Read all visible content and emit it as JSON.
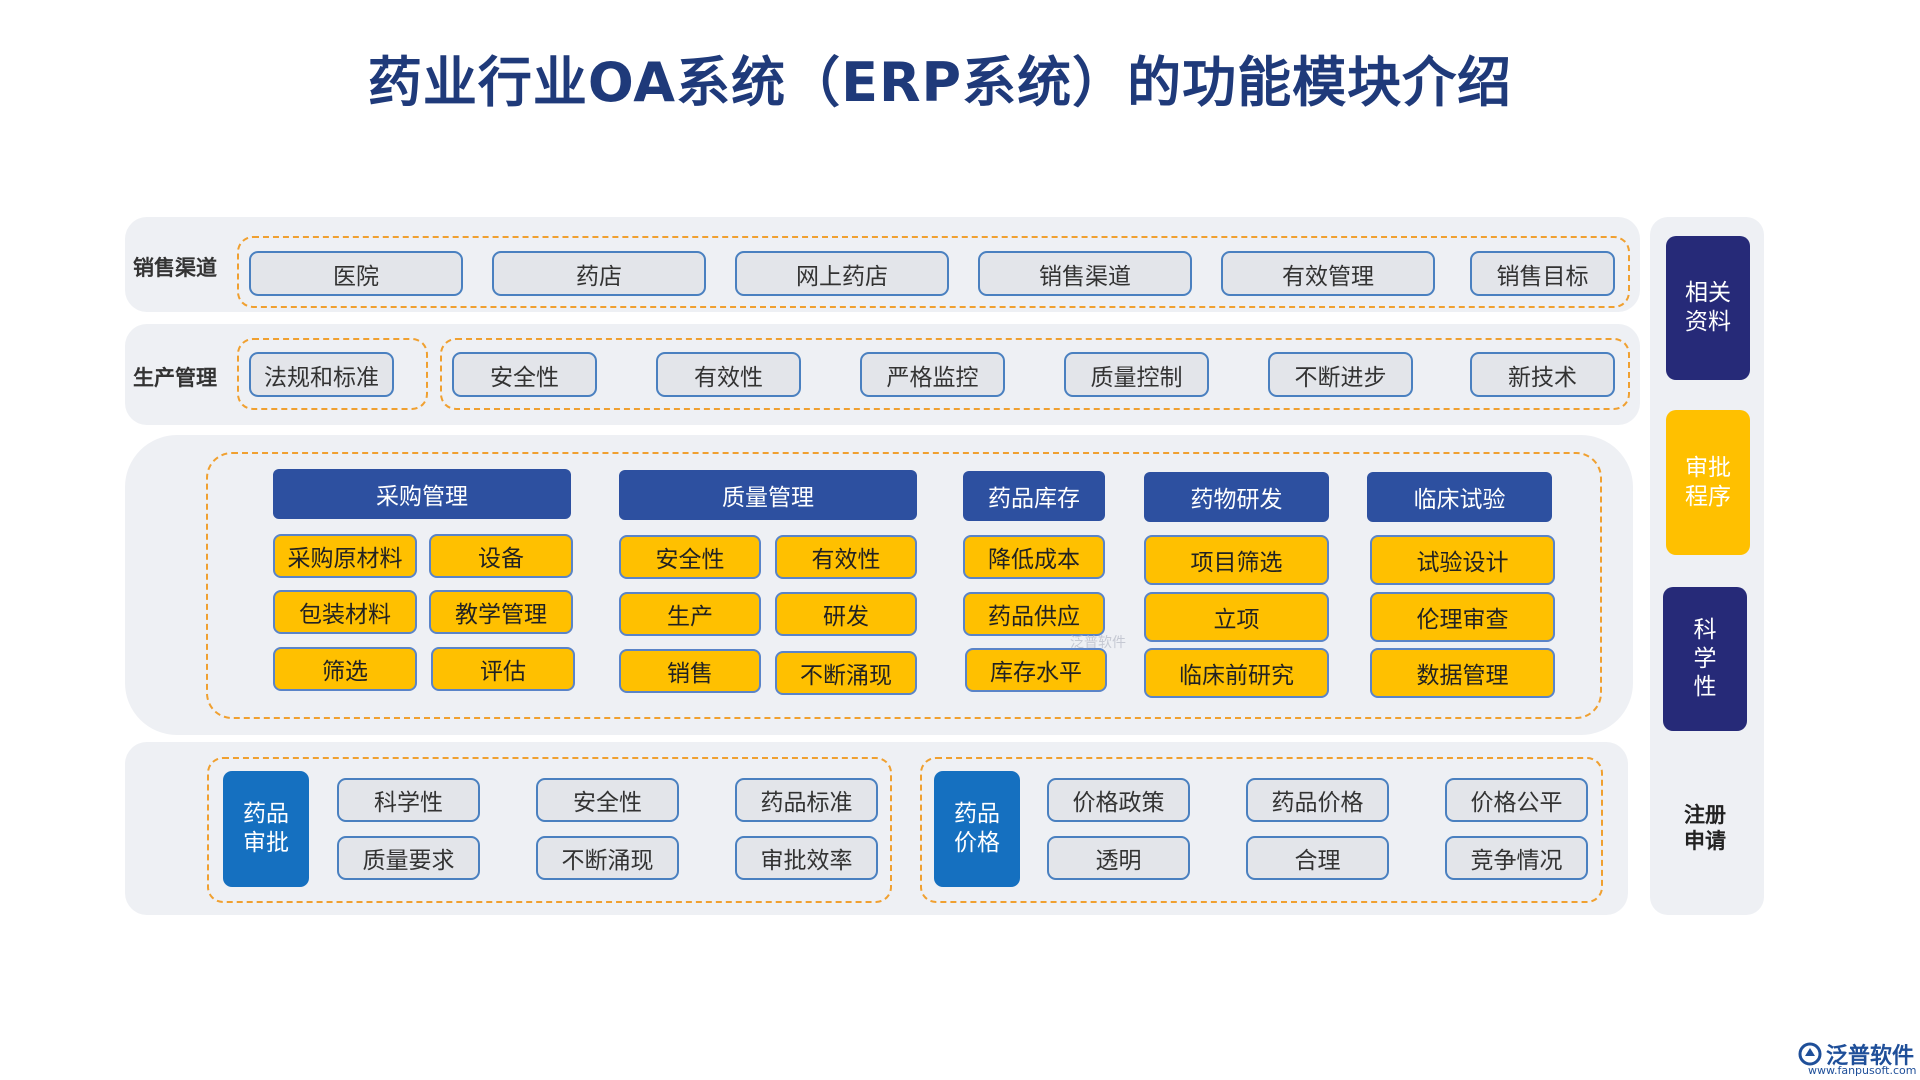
{
  "title": "药业行业OA系统（ERP系统）的功能模块介绍",
  "sales_row": {
    "label": "销售渠道",
    "items": [
      "医院",
      "药店",
      "网上药店",
      "销售渠道",
      "有效管理",
      "销售目标"
    ]
  },
  "production_row": {
    "label": "生产管理",
    "regulation": "法规和标准",
    "items": [
      "安全性",
      "有效性",
      "严格监控",
      "质量控制",
      "不断进步",
      "新技术"
    ]
  },
  "modules": [
    {
      "header": "采购管理",
      "items": [
        "采购原材料",
        "设备",
        "包装材料",
        "教学管理",
        "筛选",
        "评估"
      ]
    },
    {
      "header": "质量管理",
      "items": [
        "安全性",
        "有效性",
        "生产",
        "研发",
        "销售",
        "不断涌现"
      ]
    },
    {
      "header": "药品库存",
      "items": [
        "降低成本",
        "药品供应",
        "库存水平"
      ]
    },
    {
      "header": "药物研发",
      "items": [
        "项目筛选",
        "立项",
        "临床前研究"
      ]
    },
    {
      "header": "临床试验",
      "items": [
        "试验设计",
        "伦理审查",
        "数据管理"
      ]
    }
  ],
  "approval": {
    "tag": "药品审批",
    "items": [
      "科学性",
      "安全性",
      "药品标准",
      "质量要求",
      "不断涌现",
      "审批效率"
    ]
  },
  "pricing": {
    "tag": "药品价格",
    "items": [
      "价格政策",
      "药品价格",
      "价格公平",
      "透明",
      "合理",
      "竞争情况"
    ]
  },
  "sidebar": {
    "items": [
      "相关资料",
      "审批程序",
      "科学性",
      "注册申请"
    ]
  },
  "watermark": "泛普软件",
  "logo": {
    "name": "泛普软件",
    "url": "www.fanpusoft.com"
  },
  "colors": {
    "navy": "#2d50a0",
    "yellow": "#ffc000",
    "blue": "#1570c0",
    "dash": "#f0a030",
    "panel": "#eef0f4"
  }
}
